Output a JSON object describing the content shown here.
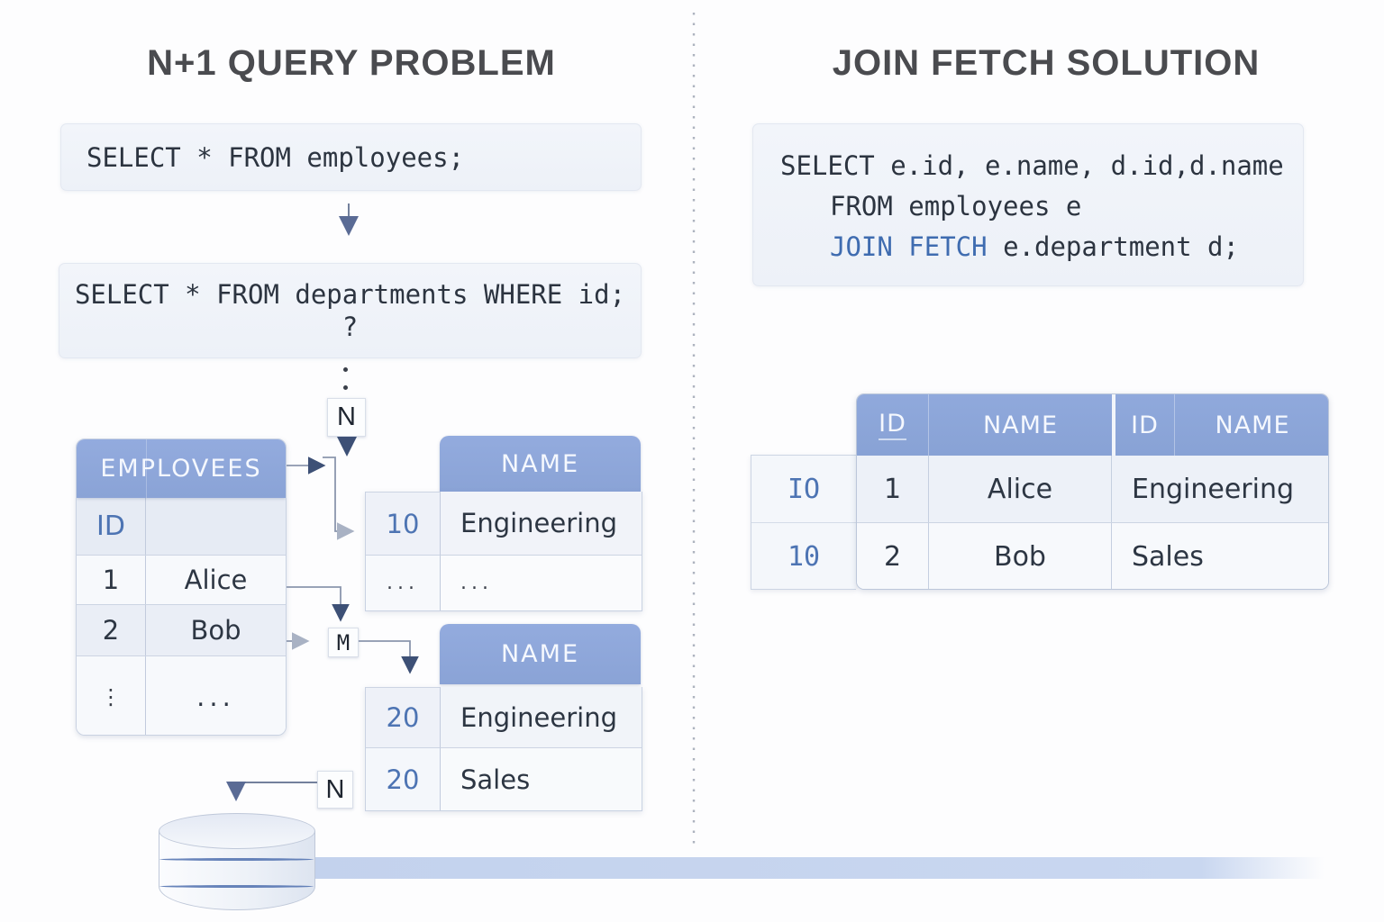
{
  "left": {
    "title": "N+1 QUERY PROBLEM",
    "query1": "SELECT * FROM employees;",
    "query2": "SELECT * FROM departments WHERE id;",
    "query2_param": "?",
    "n_top": "N",
    "m_mid": "M",
    "n_bottom": "N",
    "employees": {
      "title": "EMPLOVEES",
      "id_header": "ID",
      "rows": [
        {
          "id": "1",
          "name": "Alice"
        },
        {
          "id": "2",
          "name": "Bob"
        },
        {
          "id": "⋮",
          "name": "..."
        }
      ]
    },
    "dept1": {
      "header": "NAME",
      "rows": [
        {
          "id": "10",
          "name": "Engineering"
        },
        {
          "id": "...",
          "name": "..."
        }
      ]
    },
    "dept2": {
      "header": "NAME",
      "rows": [
        {
          "id": "20",
          "name": "Engineering"
        },
        {
          "id": "20",
          "name": "Sales"
        }
      ]
    }
  },
  "right": {
    "title": "JOIN FETCH SOLUTION",
    "code_line1": "SELECT e.id, e.name, d.id,d.name",
    "code_line2": "FROM employees e",
    "code_line3_keyword": "JOIN FETCH",
    "code_line3_rest": " e.department d;",
    "result": {
      "headers": [
        "ID",
        "NAME",
        "ID",
        "NAME"
      ],
      "side_col": [
        "IO",
        "10"
      ],
      "rows": [
        {
          "emp_id": "1",
          "emp_name": "Alice",
          "dept_name": "Engineering"
        },
        {
          "emp_id": "2",
          "emp_name": "Bob",
          "dept_name": "Sales"
        }
      ]
    }
  },
  "colors": {
    "table_header_blue": "#8aa3d6",
    "accent_blue_text": "#4d74b3",
    "code_keyword_blue": "#3f6cb0",
    "arrow_dark": "#3d5076",
    "arrow_light": "#a9b2c4",
    "arrow_slate": "#5a6b95",
    "bottom_bar_blue": "#c5d4ee",
    "code_box_bg": "#eef1f8"
  }
}
